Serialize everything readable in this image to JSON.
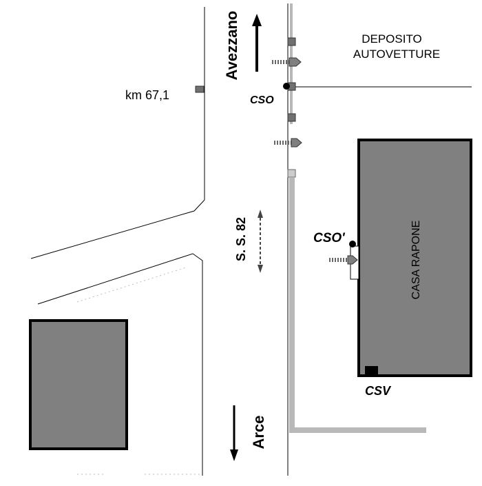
{
  "labels": {
    "deposito_line1": "DEPOSITO",
    "deposito_line2": "AUTOVETTURE",
    "km": "km 67,1",
    "avezzano": "Avezzano",
    "arce": "Arce",
    "road": "S. S. 82",
    "casa_rapone": "CASA   RAPONE",
    "cso": "CSO",
    "cso_prime": "CSO'",
    "csv": "CSV"
  },
  "colors": {
    "building_fill": "#808080",
    "line": "#000000",
    "track": "#b8b8b8",
    "marker": "#707070"
  },
  "icons": {
    "direction_up": "arrow-up-icon",
    "direction_down": "arrow-down-icon",
    "signal": "signal-arrow-icon"
  }
}
